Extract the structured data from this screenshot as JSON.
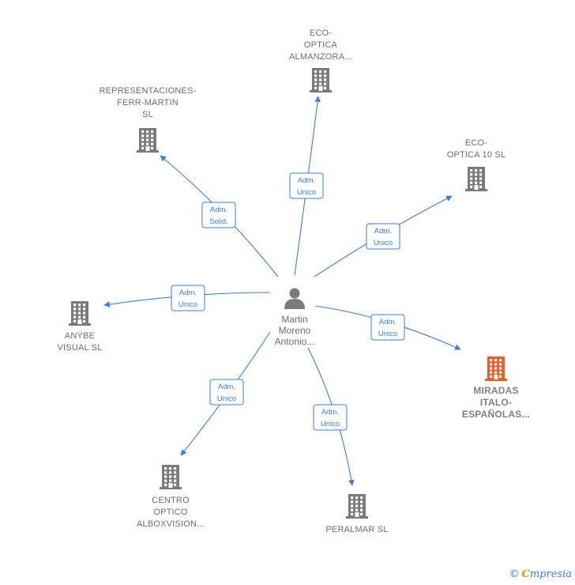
{
  "center": {
    "id": "person",
    "lines": [
      "Martin",
      "Moreno",
      "Antonio..."
    ]
  },
  "nodes": [
    {
      "id": "eco_almanzora",
      "lines": [
        "ECO-",
        "OPTICA",
        "ALMANZORA..."
      ],
      "focus": false
    },
    {
      "id": "representaciones",
      "lines": [
        "REPRESENTACIONES-",
        "FERR-MARTIN",
        "SL"
      ],
      "focus": false
    },
    {
      "id": "eco_optica10",
      "lines": [
        "ECO-",
        "OPTICA 10  SL"
      ],
      "focus": false
    },
    {
      "id": "anybe",
      "lines": [
        "ANYBE",
        "VISUAL  SL"
      ],
      "focus": false
    },
    {
      "id": "miradas",
      "lines": [
        "MIRADAS",
        "ITALO-",
        "ESPAÑOLAS..."
      ],
      "focus": true
    },
    {
      "id": "centro",
      "lines": [
        "CENTRO",
        "OPTICO",
        "ALBOXVISION..."
      ],
      "focus": false
    },
    {
      "id": "peralmar",
      "lines": [
        "PERALMAR  SL"
      ],
      "focus": false
    }
  ],
  "edges": [
    {
      "to": "eco_almanzora",
      "label": [
        "Adm.",
        "Unico"
      ]
    },
    {
      "to": "representaciones",
      "label": [
        "Adm.",
        "Solid."
      ]
    },
    {
      "to": "eco_optica10",
      "label": [
        "Adm.",
        "Unico"
      ]
    },
    {
      "to": "anybe",
      "label": [
        "Adm.",
        "Unico"
      ]
    },
    {
      "to": "miradas",
      "label": [
        "Adm.",
        "Unico"
      ]
    },
    {
      "to": "centro",
      "label": [
        "Adm.",
        "Unico"
      ]
    },
    {
      "to": "peralmar",
      "label": [
        "Adm.",
        "Unico"
      ]
    }
  ],
  "colors": {
    "edge": "#3b7dd8",
    "building": "#7a7a7a",
    "building_focus": "#f05a28",
    "person": "#7a7a7a"
  },
  "footer": {
    "copyright": "©",
    "brand_first": "C",
    "brand_rest": "mpresia"
  }
}
